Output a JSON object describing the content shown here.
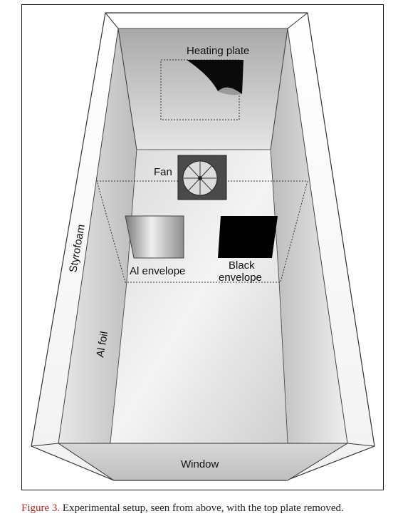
{
  "figure": {
    "labels": {
      "heating_plate": "Heating plate",
      "fan": "Fan",
      "styrofoam": "Styrofoam",
      "al_foil": "Al foil",
      "al_envelope": "Al envelope",
      "black_envelope_line1": "Black",
      "black_envelope_line2": "envelope",
      "window": "Window"
    },
    "colors": {
      "black_envelope": "#000000",
      "caption_label": "#b3261e"
    }
  },
  "caption": {
    "label": "Figure 3.",
    "text": "Experimental setup, seen from above, with the top plate removed."
  }
}
